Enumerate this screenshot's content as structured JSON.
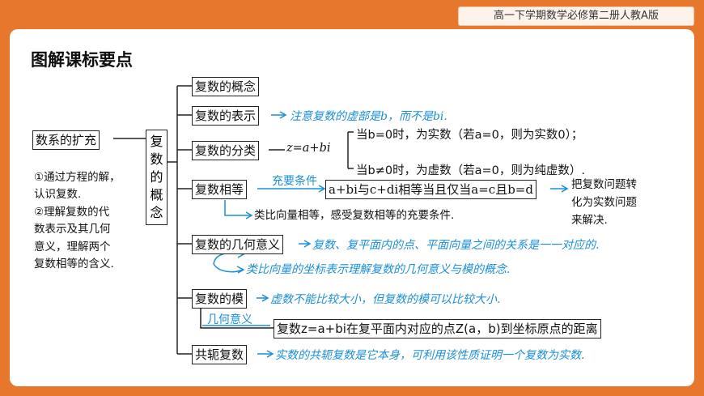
{
  "header": {
    "tag": "高一下学期数学必修第二册人教A版"
  },
  "title": "图解课标要点",
  "left": {
    "box": "数系的扩充",
    "notes": [
      "①通过方程的解，",
      "认识复数.",
      "②理解复数的代",
      "数表示及其几何",
      "意义，理解两个",
      "复数相等的含义."
    ]
  },
  "center": {
    "label": "复数的概念"
  },
  "branches": {
    "concept": "复数的概念",
    "representation": "复数的表示",
    "classification": "复数的分类",
    "equality": "复数相等",
    "geometric": "复数的几何意义",
    "modulus": "复数的模",
    "conjugate": "共轭复数"
  },
  "notes": {
    "representation": "注意复数的虚部是b，而不是bi.",
    "class_formula": "z=a+bi",
    "class_real": "当b=0时，为实数（若a=0，则为实数0）；",
    "class_imag": "当b≠0时，为虚数（若a=0，则为纯虚数）.",
    "cond_label": "充要条件",
    "equality_box": "a+bi与c+di相等当且仅当a=c且b=d",
    "equality_note": [
      "把复数问题转",
      "化为实数问题",
      "来解决."
    ],
    "equality_analogy": "类比向量相等，感受复数相等的充要条件.",
    "geometric_note": "复数、复平面内的点、平面向量之间的关系是一一对应的.",
    "geometric_analogy": "类比向量的坐标表示理解复数的几何意义与模的概念.",
    "modulus_note": "虚数不能比较大小，但复数的模可以比较大小.",
    "geo_label": "几何意义",
    "modulus_box": "复数z=a+bi在复平面内对应的点Z(a，b)到坐标原点的距离",
    "conjugate_note": "实数的共轭复数是它本身，可利用该性质证明一个复数为实数."
  },
  "colors": {
    "frame": "#e8772e",
    "accent": "#1b8fd6"
  }
}
